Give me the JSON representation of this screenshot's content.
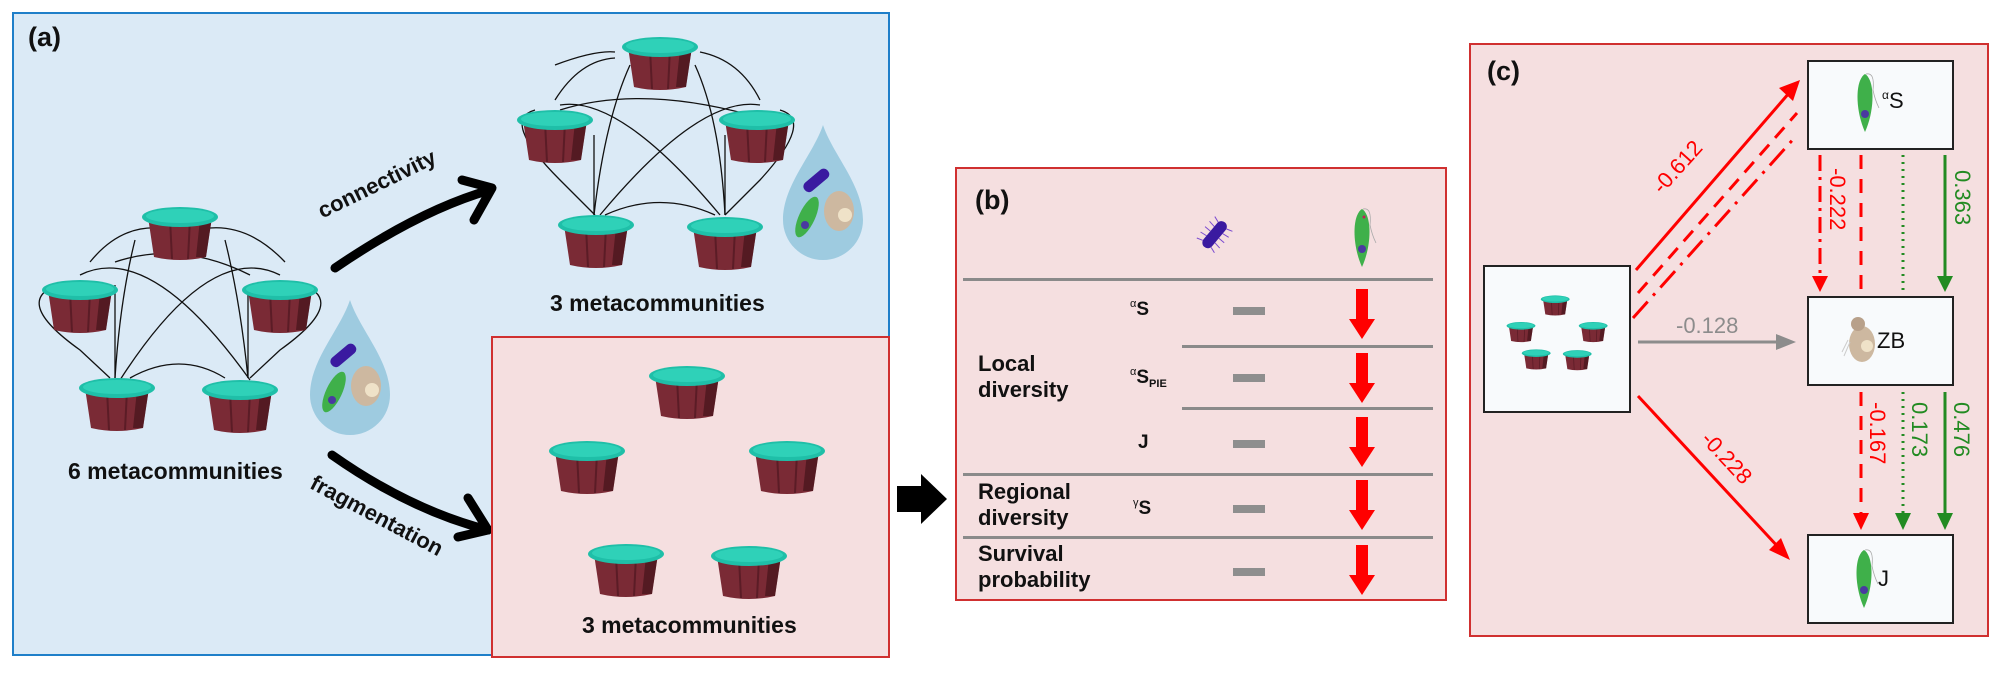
{
  "panel_a": {
    "label": "(a)",
    "left_caption": "6 metacommunities",
    "connected_caption": "3 metacommunities",
    "fragmented_caption": "3 metacommunities",
    "arrow_up_label": "connectivity",
    "arrow_down_label": "fragmentation",
    "organisms": [
      "bacteria",
      "euglena",
      "zooplankton-rotifer"
    ]
  },
  "panel_b": {
    "label": "(b)",
    "columns": [
      {
        "icon": "bacteria-icon"
      },
      {
        "icon": "euglena-icon"
      }
    ],
    "groups": [
      {
        "label_line1": "Local",
        "label_line2": "diversity",
        "metrics": [
          {
            "prefix": "α",
            "name": "S",
            "sub": "",
            "bacteria": "no-change",
            "protist": "decrease"
          },
          {
            "prefix": "α",
            "name": "S",
            "sub": "PIE",
            "bacteria": "no-change",
            "protist": "decrease"
          },
          {
            "prefix": "",
            "name": "J",
            "sub": "",
            "bacteria": "no-change",
            "protist": "decrease"
          }
        ]
      },
      {
        "label_line1": "Regional",
        "label_line2": "diversity",
        "metrics": [
          {
            "prefix": "γ",
            "name": "S",
            "sub": "",
            "bacteria": "no-change",
            "protist": "decrease"
          }
        ]
      },
      {
        "label_line1": "Survival",
        "label_line2": "probability",
        "metrics": [
          {
            "prefix": "",
            "name": "",
            "sub": "",
            "bacteria": "no-change",
            "protist": "decrease"
          }
        ]
      }
    ]
  },
  "panel_c": {
    "label": "(c)",
    "nodes": {
      "source": {
        "label": "",
        "icon": "metacommunity-icon"
      },
      "alpha_s": {
        "prefix": "α",
        "label": "S",
        "icon": "euglena-icon"
      },
      "zb": {
        "label": "ZB",
        "icon": "zooplankton-icon"
      },
      "j": {
        "label": "J",
        "icon": "euglena-icon"
      }
    },
    "paths": [
      {
        "from": "source",
        "to": "alpha_s",
        "value": "-0.612",
        "color": "#ff0000",
        "style": "solid"
      },
      {
        "from": "source",
        "to": "zb",
        "value": "-0.128",
        "color": "#8c8c8c",
        "style": "solid"
      },
      {
        "from": "source",
        "to": "j",
        "value": "-0.228",
        "color": "#ff0000",
        "style": "solid"
      },
      {
        "from": "alpha_s",
        "to": "zb",
        "value": "-0.222",
        "color": "#ff0000",
        "style": "dash-dot"
      },
      {
        "from": "alpha_s",
        "to": "zb",
        "value": "0.363",
        "color": "#228b22",
        "style": "solid"
      },
      {
        "from": "zb",
        "to": "j",
        "value": "-0.167",
        "color": "#ff0000",
        "style": "dashed"
      },
      {
        "from": "zb",
        "to": "j",
        "value": "0.173",
        "color": "#228b22",
        "style": "dotted"
      },
      {
        "from": "zb",
        "to": "j",
        "value": "0.476",
        "color": "#228b22",
        "style": "solid"
      }
    ]
  },
  "colors": {
    "panel_a_bg": "#dbeaf6",
    "panel_a_border": "#1f7fc9",
    "panel_red_bg": "#f5dfe0",
    "panel_red_border": "#d03030",
    "negative": "#ff0000",
    "positive": "#228b22",
    "nonsignificant": "#8c8c8c",
    "pot_lid": "#1fbfa8",
    "pot_body": "#7a2a35"
  }
}
